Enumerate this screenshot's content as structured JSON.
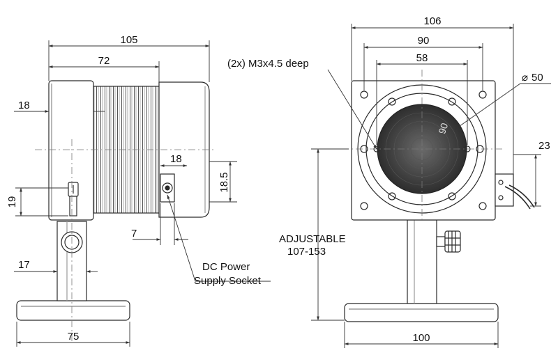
{
  "side_view": {
    "dims": {
      "overall_width": "105",
      "body_width": "72",
      "top_offset": "18",
      "socket_width": "18",
      "socket_height": "18.5",
      "switch_height": "19",
      "socket_offset": "7",
      "post_width": "17",
      "base_width": "75"
    },
    "callout": {
      "line1": "DC Power",
      "line2": "Supply Socket"
    }
  },
  "front_view": {
    "dims": {
      "overall_width": "106",
      "hole_pitch_outer": "90",
      "hole_pitch_inner": "58",
      "diameter": "50",
      "diameter_prefix": "⌀",
      "socket_offset": "23",
      "base_width": "100",
      "aperture_rotated": "90"
    },
    "thread_note": "(2x)  M3x4.5 deep",
    "height_note": {
      "line1": "ADJUSTABLE",
      "line2": "107-153"
    }
  },
  "colors": {
    "line": "#2a2a2a",
    "dim_line": "#333333",
    "aperture_dark": "#3a3a3a",
    "body_fill": "#ffffff"
  }
}
